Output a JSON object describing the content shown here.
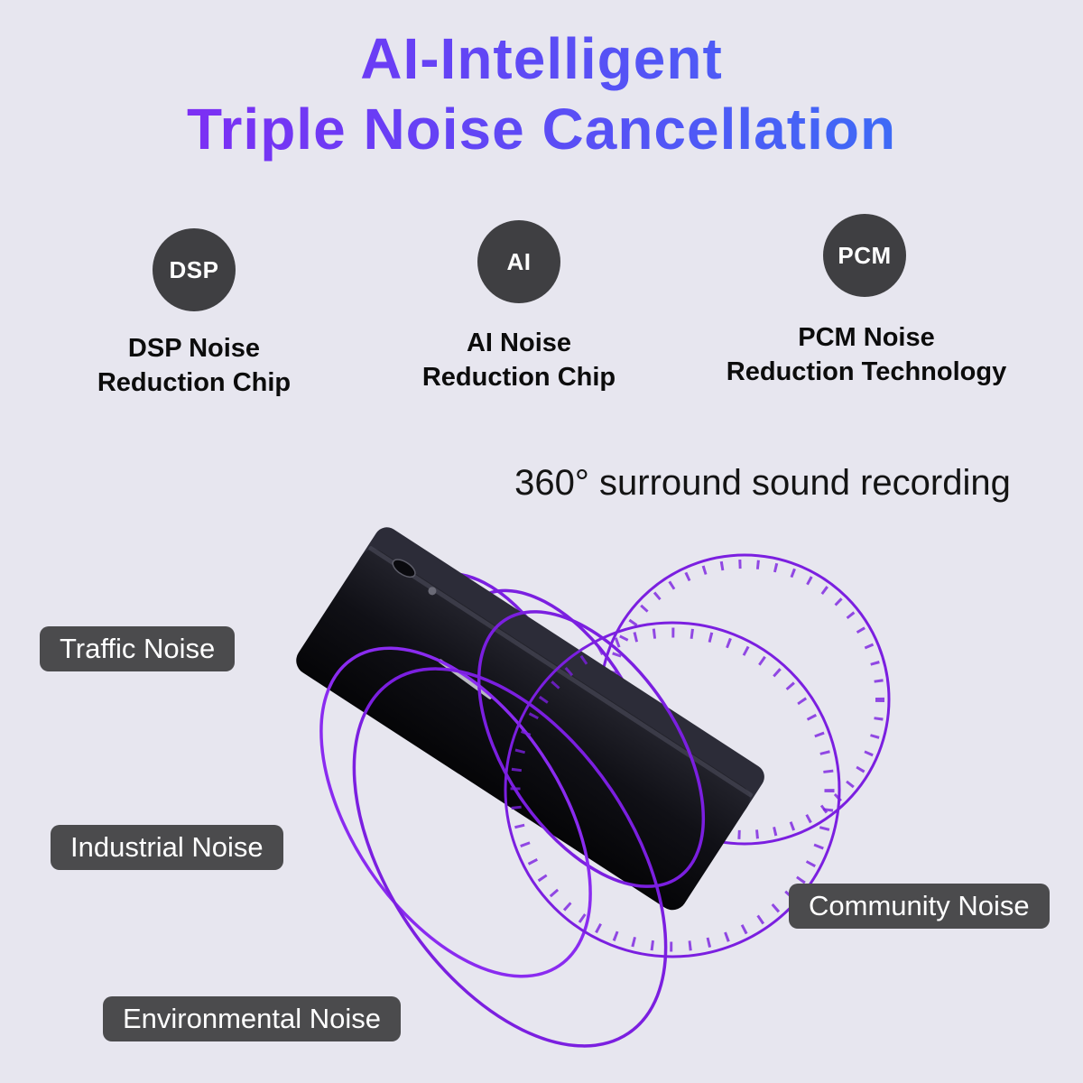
{
  "title": {
    "line1": "AI-Intelligent",
    "line2": "Triple Noise Cancellation"
  },
  "features": [
    {
      "badge": "DSP",
      "caption": [
        "DSP Noise",
        "Reduction Chip"
      ]
    },
    {
      "badge": "AI",
      "caption": [
        "AI Noise",
        "Reduction Chip"
      ]
    },
    {
      "badge": "PCM",
      "caption": [
        "PCM Noise",
        "Reduction Technology"
      ]
    }
  ],
  "subtitle": "360° surround sound recording",
  "noise_labels": [
    "Traffic Noise",
    "Industrial Noise",
    "Community Noise",
    "Environmental Noise"
  ],
  "colors": {
    "background": "#e7e6ef",
    "title_gradient_start": "#8f22f2",
    "title_gradient_end": "#2e7bf6",
    "badge_background": "#3f3f42",
    "pill_background": "#4b4b4d",
    "ring_purple": "#7b1fe0",
    "device_black": "#0b0b10"
  }
}
